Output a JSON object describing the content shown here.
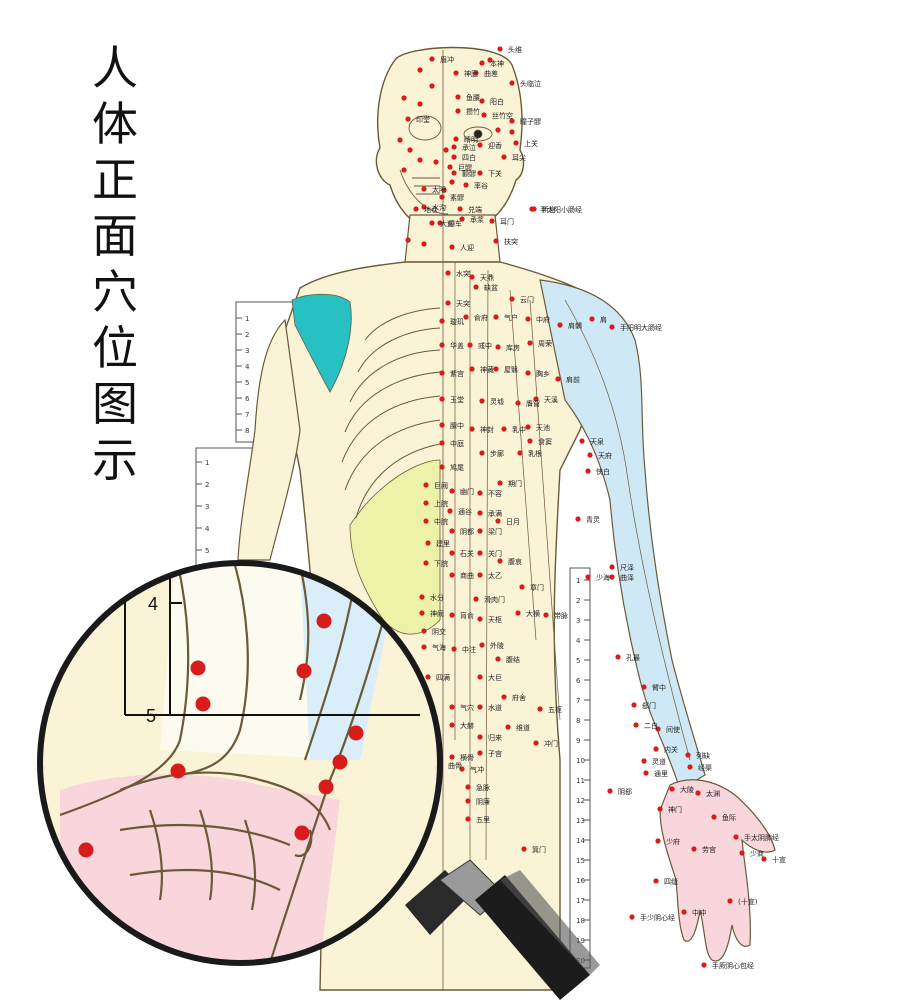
{
  "title": [
    "人",
    "体",
    "正",
    "面",
    "穴",
    "位",
    "图",
    "示"
  ],
  "colors": {
    "skin": "#fbf3d6",
    "outline": "#6b5a3a",
    "point": "#d81c1c",
    "meridian_arm": "#cfe8f5",
    "shoulder": "#27c1c4",
    "abdomen": "#eef2a8",
    "hand_pink": "#f8d6dc"
  },
  "head_labels": [
    {
      "t": "头维"
    },
    {
      "t": "本神"
    },
    {
      "t": "神庭"
    },
    {
      "t": "曲差"
    },
    {
      "t": "眉冲"
    },
    {
      "t": "头临泣"
    },
    {
      "t": "阳白"
    },
    {
      "t": "攒竹"
    },
    {
      "t": "丝竹空"
    },
    {
      "t": "印堂"
    },
    {
      "t": "鱼腰"
    },
    {
      "t": "瞳子髎"
    },
    {
      "t": "睛明"
    },
    {
      "t": "承泣"
    },
    {
      "t": "四白"
    },
    {
      "t": "巨髎"
    },
    {
      "t": "迎香"
    },
    {
      "t": "颧髎"
    },
    {
      "t": "下关"
    },
    {
      "t": "上关"
    },
    {
      "t": "耳尖"
    },
    {
      "t": "率谷"
    },
    {
      "t": "太阳"
    },
    {
      "t": "素髎"
    },
    {
      "t": "水沟"
    },
    {
      "t": "兑端"
    },
    {
      "t": "地仓"
    },
    {
      "t": "颊车"
    },
    {
      "t": "大迎"
    },
    {
      "t": "承浆"
    },
    {
      "t": "耳门"
    },
    {
      "t": "听宫"
    },
    {
      "t": "手太阳小肠经"
    },
    {
      "t": "人迎"
    },
    {
      "t": "扶突"
    }
  ],
  "trunk_labels": [
    {
      "t": "水突"
    },
    {
      "t": "天鼎"
    },
    {
      "t": "缺盆"
    },
    {
      "t": "天突"
    },
    {
      "t": "云门"
    },
    {
      "t": "璇玑"
    },
    {
      "t": "俞府"
    },
    {
      "t": "气户"
    },
    {
      "t": "中府"
    },
    {
      "t": "肩髃"
    },
    {
      "t": "肩"
    },
    {
      "t": "手阳明大肠经"
    },
    {
      "t": "华盖"
    },
    {
      "t": "彧中"
    },
    {
      "t": "库房"
    },
    {
      "t": "周荣"
    },
    {
      "t": "紫宫"
    },
    {
      "t": "神藏"
    },
    {
      "t": "屋翳"
    },
    {
      "t": "胸乡"
    },
    {
      "t": "肩前"
    },
    {
      "t": "玉堂"
    },
    {
      "t": "灵墟"
    },
    {
      "t": "膺窗"
    },
    {
      "t": "天溪"
    },
    {
      "t": "膻中"
    },
    {
      "t": "神封"
    },
    {
      "t": "乳中"
    },
    {
      "t": "天池"
    },
    {
      "t": "食窦"
    },
    {
      "t": "中庭"
    },
    {
      "t": "步廊"
    },
    {
      "t": "乳根"
    },
    {
      "t": "天泉"
    },
    {
      "t": "天府"
    },
    {
      "t": "侠白"
    },
    {
      "t": "鸠尾"
    },
    {
      "t": "期门"
    },
    {
      "t": "巨阙"
    },
    {
      "t": "幽门"
    },
    {
      "t": "不容"
    },
    {
      "t": "上脘"
    },
    {
      "t": "通谷"
    },
    {
      "t": "承满"
    },
    {
      "t": "日月"
    },
    {
      "t": "中脘"
    },
    {
      "t": "阴都"
    },
    {
      "t": "梁门"
    },
    {
      "t": "建里"
    },
    {
      "t": "石关"
    },
    {
      "t": "关门"
    },
    {
      "t": "腹哀"
    },
    {
      "t": "下脘"
    },
    {
      "t": "商曲"
    },
    {
      "t": "太乙"
    },
    {
      "t": "章门"
    },
    {
      "t": "水分"
    },
    {
      "t": "滑肉门"
    },
    {
      "t": "神阙"
    },
    {
      "t": "肓俞"
    },
    {
      "t": "天枢"
    },
    {
      "t": "大横"
    },
    {
      "t": "带脉"
    },
    {
      "t": "阴交"
    },
    {
      "t": "外陵"
    },
    {
      "t": "气海"
    },
    {
      "t": "中注"
    },
    {
      "t": "腹结"
    },
    {
      "t": "四满"
    },
    {
      "t": "大巨"
    },
    {
      "t": "气穴"
    },
    {
      "t": "水道"
    },
    {
      "t": "府舍"
    },
    {
      "t": "五枢"
    },
    {
      "t": "维道"
    },
    {
      "t": "大赫"
    },
    {
      "t": "归来"
    },
    {
      "t": "子宫"
    },
    {
      "t": "冲门"
    },
    {
      "t": "横骨"
    },
    {
      "t": "急脉"
    },
    {
      "t": "阴廉"
    },
    {
      "t": "五里"
    },
    {
      "t": "箕门"
    },
    {
      "t": "气冲"
    },
    {
      "t": "曲骨"
    }
  ],
  "arm_labels": [
    {
      "t": "青灵"
    },
    {
      "t": "尺泽"
    },
    {
      "t": "少海"
    },
    {
      "t": "曲泽"
    },
    {
      "t": "孔最"
    },
    {
      "t": "郄门"
    },
    {
      "t": "臂中"
    },
    {
      "t": "二白"
    },
    {
      "t": "间使"
    },
    {
      "t": "内关"
    },
    {
      "t": "灵道"
    },
    {
      "t": "列缺"
    },
    {
      "t": "通里"
    },
    {
      "t": "经渠"
    },
    {
      "t": "阴郄"
    },
    {
      "t": "太渊"
    },
    {
      "t": "大陵"
    },
    {
      "t": "神门"
    },
    {
      "t": "鱼际"
    },
    {
      "t": "手太阴肺经"
    },
    {
      "t": "十宣"
    },
    {
      "t": "少府"
    },
    {
      "t": "劳宫"
    },
    {
      "t": "少商"
    },
    {
      "t": "四缝"
    },
    {
      "t": "手少阴心经"
    },
    {
      "t": "中冲"
    },
    {
      "t": "(十宣)"
    },
    {
      "t": "手厥阴心包经"
    }
  ],
  "magnifier": {
    "tick_top": "4",
    "tick_bottom": "5"
  }
}
